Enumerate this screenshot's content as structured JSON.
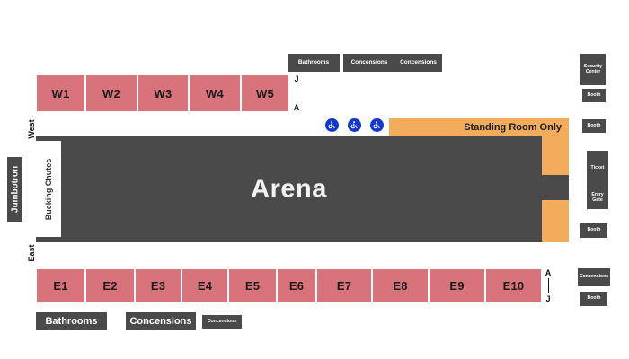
{
  "map": {
    "title": "Arena",
    "arena_label": "Arena",
    "bucking_chutes_label": "Bucking Chutes",
    "jumbotron_label": "Jumbotron",
    "standing_room_label": "Standing Room Only",
    "orientation": {
      "west": "West",
      "east": "East"
    },
    "colors": {
      "seat_block": "#d9737b",
      "arena_floor": "#4a4a4a",
      "standing_room": "#f2ac5c",
      "amenity_chip": "#4a4a4a",
      "accessible_icon": "#1438c8",
      "background": "#ffffff"
    }
  },
  "west_sections": [
    {
      "label": "W1"
    },
    {
      "label": "W2"
    },
    {
      "label": "W3"
    },
    {
      "label": "W4"
    },
    {
      "label": "W5"
    }
  ],
  "east_sections": [
    {
      "label": "E1"
    },
    {
      "label": "E2"
    },
    {
      "label": "E3"
    },
    {
      "label": "E4"
    },
    {
      "label": "E5"
    },
    {
      "label": "E6"
    },
    {
      "label": "E7"
    },
    {
      "label": "E8"
    },
    {
      "label": "E9"
    },
    {
      "label": "E10"
    }
  ],
  "row_markers": {
    "west": {
      "top": "J",
      "bottom": "A"
    },
    "east": {
      "top": "A",
      "bottom": "J"
    }
  },
  "top_amenities": [
    {
      "label": "Bathrooms"
    },
    {
      "label": "Concensions"
    },
    {
      "label": "Concensions"
    }
  ],
  "bottom_amenities": [
    {
      "label": "Bathrooms"
    },
    {
      "label": "Concensions"
    },
    {
      "label": "Concensions"
    }
  ],
  "right_amenities": [
    {
      "label": "Security Center"
    },
    {
      "label": "Booth"
    },
    {
      "label": "Booth"
    },
    {
      "label": "Ticket"
    },
    {
      "label": "Entry Gate"
    },
    {
      "label": "Booth"
    },
    {
      "label": "Concensions"
    },
    {
      "label": "Booth"
    }
  ],
  "accessible_seating": {
    "icon": "wheelchair-icon",
    "count": 3
  }
}
